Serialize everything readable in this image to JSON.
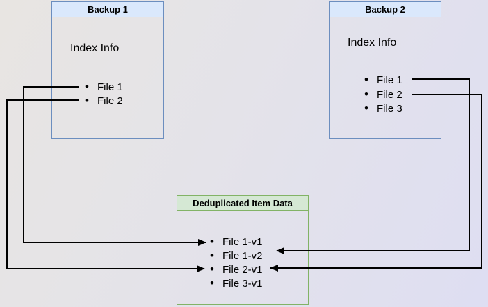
{
  "boxes": {
    "backup1": {
      "title": "Backup 1",
      "subtitle": "Index Info",
      "files": [
        "File 1",
        "File 2"
      ]
    },
    "backup2": {
      "title": "Backup 2",
      "subtitle": "Index Info",
      "files": [
        "File 1",
        "File 2",
        "File 3"
      ]
    },
    "dedup": {
      "title": "Deduplicated Item Data",
      "files": [
        "File 1-v1",
        "File 1-v2",
        "File 2-v1",
        "File 3-v1"
      ]
    }
  },
  "arrows": [
    {
      "from": "Backup 1 / File 1",
      "to": "Deduplicated Item Data / File 1-v1",
      "direction": "left-route"
    },
    {
      "from": "Backup 1 / File 2",
      "to": "Deduplicated Item Data / File 2-v1",
      "direction": "left-route"
    },
    {
      "from": "Backup 2 / File 1",
      "to": "Deduplicated Item Data / File 1-v2",
      "direction": "right-route"
    },
    {
      "from": "Backup 2 / File 2",
      "to": "Deduplicated Item Data / File 2-v1",
      "direction": "right-route"
    }
  ],
  "colors": {
    "backup_box_border": "#6c8ebf",
    "backup_box_header_fill": "#dae8fc",
    "dedup_box_border": "#82b366",
    "dedup_box_header_fill": "#d5e8d4",
    "arrow": "#000000",
    "background_top_left": "#e8e5e2",
    "background_bottom_right": "#dedef2",
    "text": "#000000"
  }
}
